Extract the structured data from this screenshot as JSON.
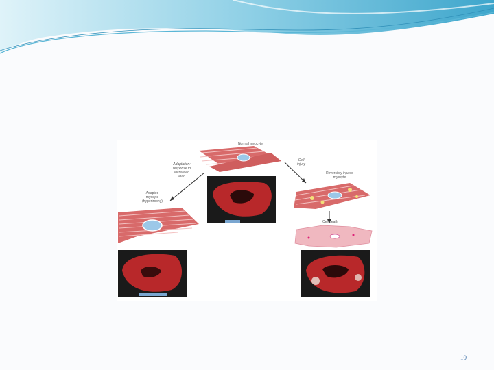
{
  "slide": {
    "page_number": "10"
  },
  "figure": {
    "labels": {
      "normal_myocyte": "Normal myocyte",
      "adaptation": "Adaptation:\nresponse to\nincreased\nload",
      "cell_injury": "Cell\ninjury",
      "adapted_myocyte": "Adapted\nmyocyte\n(hypertrophy)",
      "reversibly_injured": "Reversibly injured\nmyocyte",
      "cell_death": "Cell death"
    }
  },
  "colors": {
    "wave_light": "#bfe4f0",
    "wave_mid": "#7fc6de",
    "wave_dark": "#3a9cc4",
    "muscle": "#d86a6a",
    "muscle_stripe": "#f3c0c0",
    "nucleus": "#9cc8e8",
    "heart_tissue": "#b8282a",
    "photo_bg": "#1a1a1a",
    "page_number": "#3a6ea5"
  }
}
